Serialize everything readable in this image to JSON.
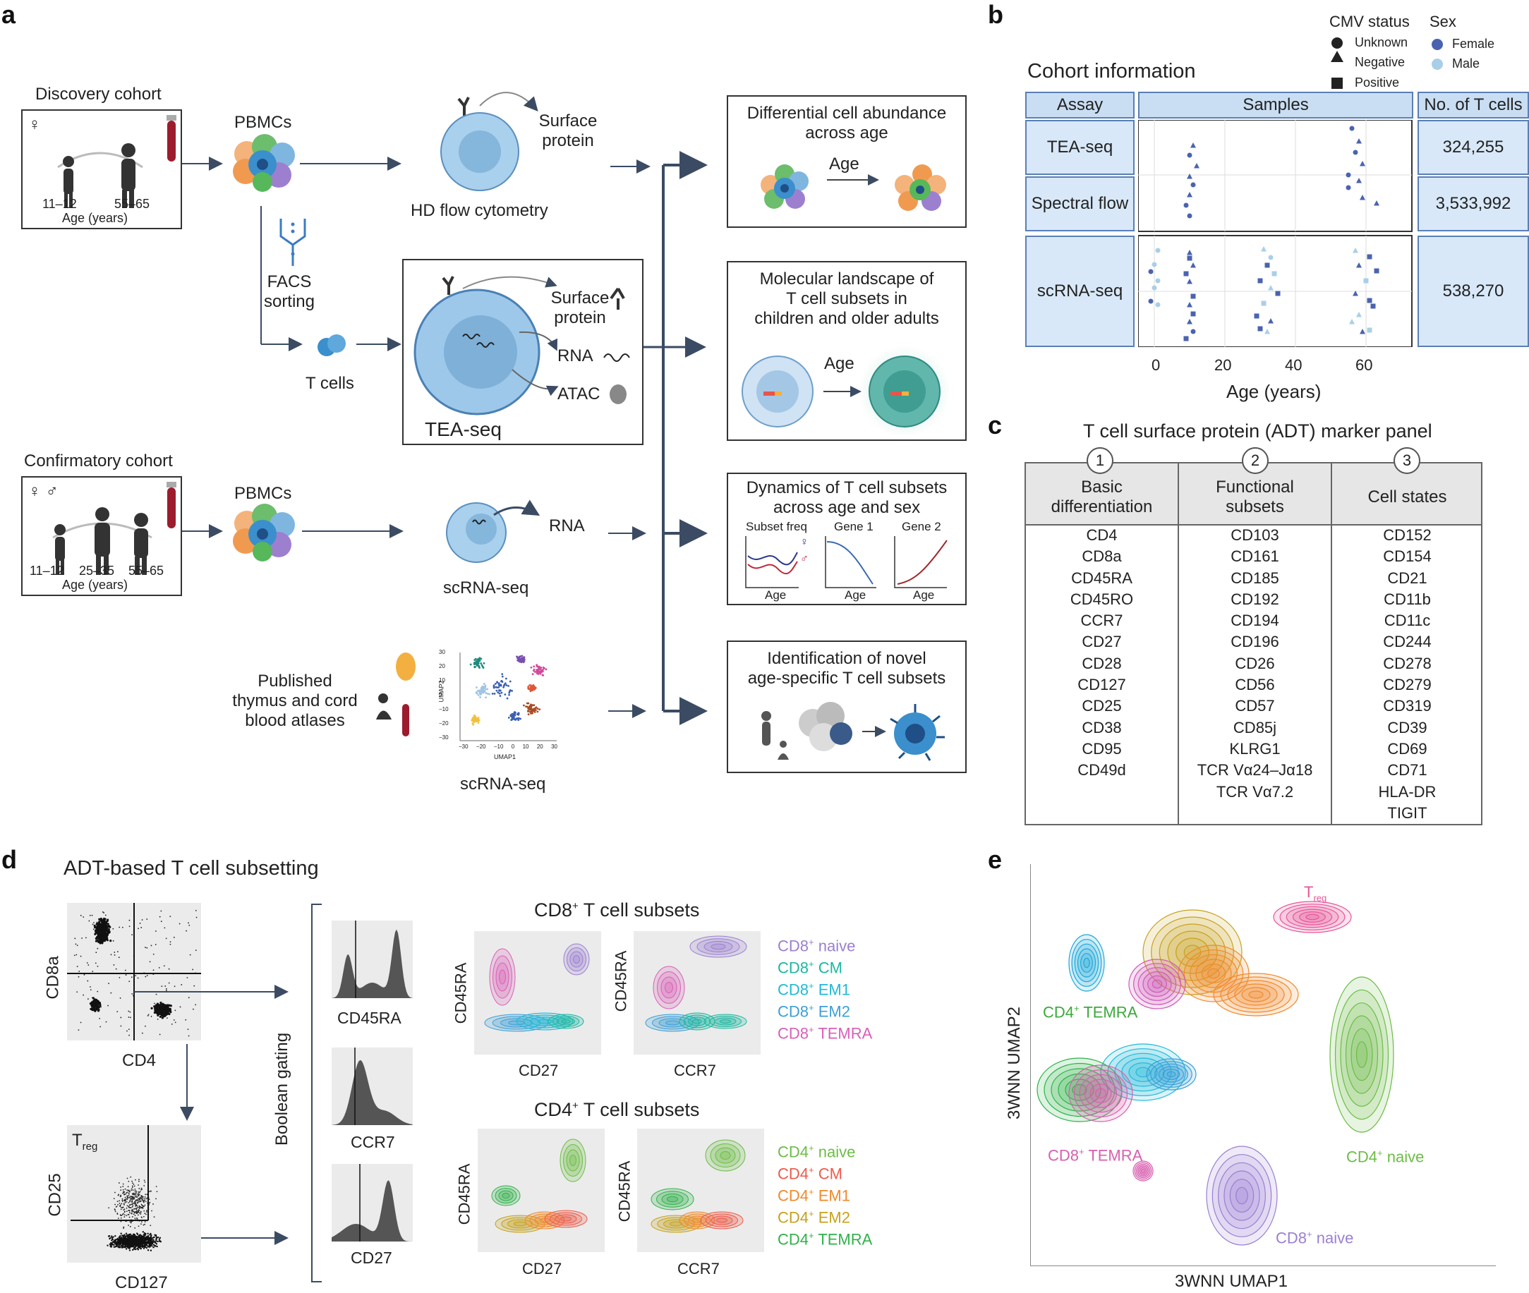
{
  "panels": {
    "a": "a",
    "b": "b",
    "c": "c",
    "d": "d",
    "e": "e"
  },
  "a": {
    "discovery": {
      "title": "Discovery cohort",
      "sex": "♀",
      "age1": "11–12",
      "age2": "55–65",
      "age_label": "Age (years)"
    },
    "confirmatory": {
      "title": "Confirmatory cohort",
      "sex": "♀ ♂",
      "age1": "11–12",
      "age2": "25–35",
      "age3": "55–65",
      "age_label": "Age (years)"
    },
    "pbmcs": "PBMCs",
    "pbmcs2": "PBMCs",
    "facs": "FACS\nsorting",
    "tcells": "T cells",
    "surface_protein": "Surface\nprotein",
    "hd_flow": "HD flow cytometry",
    "tea_surface": "Surface\nprotein",
    "rna": "RNA",
    "atac": "ATAC",
    "tea_seq": "TEA-seq",
    "sc_rna": "RNA",
    "scrna_seq": "scRNA-seq",
    "published": "Published\nthymus and cord\nblood atlases",
    "scrna_seq2": "scRNA-seq",
    "umap_xlabel": "UMAP1",
    "umap_ylabel": "UMAP2",
    "umap_xticks": [
      "−30",
      "−20",
      "−10",
      "0",
      "10",
      "20",
      "30"
    ],
    "umap_yticks": [
      "30",
      "20",
      "10",
      "0",
      "−10",
      "−20",
      "−30"
    ],
    "out1": {
      "title": "Differential cell abundance\nacross age",
      "arrow": "Age"
    },
    "out2": {
      "title": "Molecular landscape of\nT cell subsets in\nchildren and older adults",
      "arrow": "Age"
    },
    "out3": {
      "title": "Dynamics of T cell subsets\nacross age and sex",
      "sub1": "Subset freq",
      "sub2": "Gene 1",
      "sub3": "Gene 2",
      "xlab": "Age",
      "female": "♀",
      "male": "♂"
    },
    "out4": {
      "title": "Identification of novel\nage-specific T cell subsets"
    }
  },
  "b": {
    "title": "Cohort information",
    "legend": {
      "cmv_title": "CMV status",
      "cmv": [
        "Unknown",
        "Negative",
        "Positive"
      ],
      "sex_title": "Sex",
      "sex": [
        "Female",
        "Male"
      ]
    },
    "headers": [
      "Assay",
      "Samples",
      "No. of T cells"
    ],
    "rows": [
      {
        "assay": "TEA-seq",
        "cells": "324,255"
      },
      {
        "assay": "Spectral flow",
        "cells": "3,533,992"
      },
      {
        "assay": "scRNA-seq",
        "cells": "538,270"
      }
    ],
    "xticks": [
      "0",
      "20",
      "40",
      "60"
    ],
    "xlabel": "Age (years)",
    "colors": {
      "female": "#4a63b0",
      "male": "#a9cfe8"
    }
  },
  "c": {
    "title": "T cell surface protein (ADT) marker panel",
    "columns": [
      {
        "num": "1",
        "header": "Basic\ndifferentiation",
        "markers": [
          "CD4",
          "CD8a",
          "CD45RA",
          "CD45RO",
          "CCR7",
          "CD27",
          "CD28",
          "CD127",
          "CD25",
          "CD38",
          "CD95",
          "CD49d"
        ]
      },
      {
        "num": "2",
        "header": "Functional\nsubsets",
        "markers": [
          "CD103",
          "CD161",
          "CD185",
          "CD192",
          "CD194",
          "CD196",
          "CD26",
          "CD56",
          "CD57",
          "CD85j",
          "KLRG1",
          "TCR Vα24–Jα18",
          "TCR Vα7.2"
        ]
      },
      {
        "num": "3",
        "header": "Cell states",
        "markers": [
          "CD152",
          "CD154",
          "CD21",
          "CD11b",
          "CD11c",
          "CD244",
          "CD278",
          "CD279",
          "CD319",
          "CD39",
          "CD69",
          "CD71",
          "HLA-DR",
          "TIGIT"
        ]
      }
    ]
  },
  "d": {
    "title": "ADT-based T cell subsetting",
    "scatter1": {
      "x": "CD4",
      "y": "CD8a"
    },
    "scatter2": {
      "x": "CD127",
      "y": "CD25",
      "label": "T",
      "label_sub": "reg"
    },
    "boolean": "Boolean gating",
    "hist": [
      "CD45RA",
      "CCR7",
      "CD27"
    ],
    "cd8_title": "CD8",
    "cd8_title_rest": " T cell subsets",
    "cd4_title": "CD4",
    "cd4_title_rest": " T cell subsets",
    "sup": "+",
    "cd8_plots": [
      {
        "x": "CD27",
        "y": "CD45RA"
      },
      {
        "x": "CCR7",
        "y": "CD45RA"
      }
    ],
    "cd4_plots": [
      {
        "x": "CD27",
        "y": "CD45RA"
      },
      {
        "x": "CCR7",
        "y": "CD45RA"
      }
    ],
    "cd8_legend": [
      {
        "pre": "CD8",
        "post": " naive",
        "color": "#9b7fd1"
      },
      {
        "pre": "CD8",
        "post": " CM",
        "color": "#1ab8a0"
      },
      {
        "pre": "CD8",
        "post": " EM1",
        "color": "#20b9d8"
      },
      {
        "pre": "CD8",
        "post": " EM2",
        "color": "#3d9fd8"
      },
      {
        "pre": "CD8",
        "post": " TEMRA",
        "color": "#d960b8"
      }
    ],
    "cd4_legend": [
      {
        "pre": "CD4",
        "post": " naive",
        "color": "#6cbd45"
      },
      {
        "pre": "CD4",
        "post": " CM",
        "color": "#ee5a4a"
      },
      {
        "pre": "CD4",
        "post": " EM1",
        "color": "#f08a2a"
      },
      {
        "pre": "CD4",
        "post": " EM2",
        "color": "#c6a21c"
      },
      {
        "pre": "CD4",
        "post": " TEMRA",
        "color": "#2fb24a"
      }
    ]
  },
  "e": {
    "xlabel": "3WNN UMAP1",
    "ylabel": "3WNN UMAP2",
    "labels": [
      {
        "pre": "T",
        "sub": "reg",
        "color": "#e8559a"
      },
      {
        "pre": "CD4",
        "sup": "+",
        "post": " TEMRA",
        "color": "#3aaa3a"
      },
      {
        "pre": "CD8",
        "sup": "+",
        "post": " TEMRA",
        "color": "#d860b0"
      },
      {
        "pre": "CD4",
        "sup": "+",
        "post": " naive",
        "color": "#6cbd45"
      },
      {
        "pre": "CD8",
        "sup": "+",
        "post": " naive",
        "color": "#9b7fd1"
      }
    ]
  }
}
